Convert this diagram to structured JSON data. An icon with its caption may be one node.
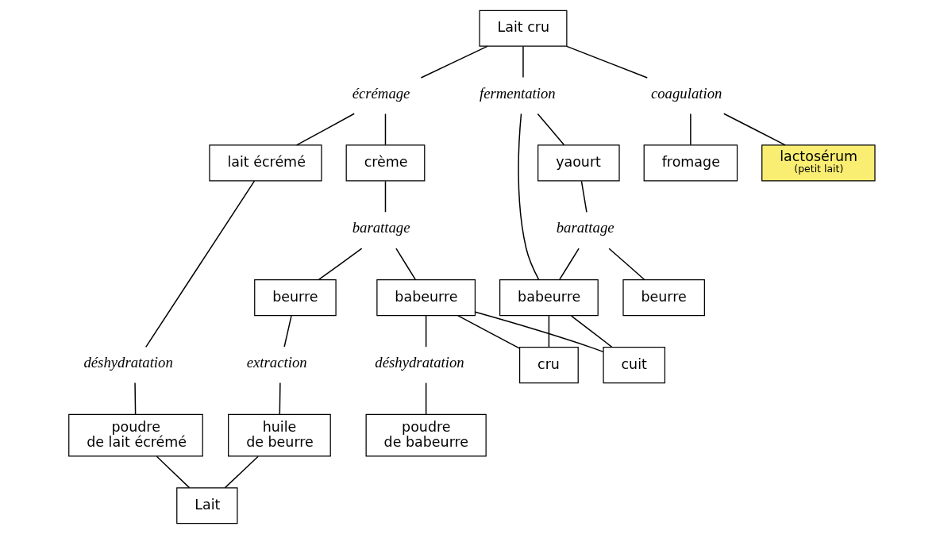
{
  "diagram": {
    "nodes": [
      {
        "text": [
          "Lait cru"
        ]
      },
      {
        "text": [
          "écrémage"
        ]
      },
      {
        "text": [
          "coagulation"
        ]
      },
      {
        "text": [
          "fermentation"
        ]
      },
      {
        "text": [
          "lait écrémé"
        ]
      },
      {
        "text": [
          "crème"
        ]
      },
      {
        "text": [
          "fromage"
        ]
      },
      {
        "text": [
          "lactosérum",
          "(petit lait)"
        ]
      },
      {
        "text": [
          "yaourt"
        ]
      },
      {
        "text": [
          "barattage"
        ]
      },
      {
        "text": [
          "barattage"
        ]
      },
      {
        "text": [
          "beurre"
        ]
      },
      {
        "text": [
          "babeurre"
        ]
      },
      {
        "text": [
          "beurre"
        ]
      },
      {
        "text": [
          "babeurre"
        ]
      },
      {
        "text": [
          "déshydratation"
        ]
      },
      {
        "text": [
          "extraction"
        ]
      },
      {
        "text": [
          "déshydratation"
        ]
      },
      {
        "text": [
          "cru"
        ]
      },
      {
        "text": [
          "cuit"
        ]
      },
      {
        "text": [
          "poudre de lait écrémé"
        ]
      },
      {
        "text": [
          "huile de beurre"
        ]
      },
      {
        "text": [
          "poudre de babeurre"
        ]
      },
      {
        "text": [
          "Lait"
        ]
      }
    ],
    "edges": [
      {
        "from": 0,
        "to": 1,
        "arrow": "none"
      },
      {
        "from": 0,
        "to": 2,
        "arrow": "none"
      },
      {
        "from": 0,
        "to": 3,
        "arrow": "none"
      },
      {
        "from": 1,
        "to": 4,
        "arrow": "none"
      },
      {
        "from": 1,
        "to": 5,
        "arrow": "none"
      },
      {
        "from": 2,
        "to": 6,
        "arrow": "none"
      },
      {
        "from": 2,
        "to": 7,
        "arrow": "none"
      },
      {
        "from": 3,
        "to": 8,
        "arrow": "none"
      },
      {
        "from": 3,
        "to": 14,
        "arrow": "none"
      },
      {
        "from": 4,
        "to": 15,
        "arrow": "none"
      },
      {
        "from": 5,
        "to": 9,
        "arrow": "none"
      },
      {
        "from": 9,
        "to": 11,
        "arrow": "none"
      },
      {
        "from": 9,
        "to": 12,
        "arrow": "none"
      },
      {
        "from": 8,
        "to": 10,
        "arrow": "none"
      },
      {
        "from": 10,
        "to": 13,
        "arrow": "none"
      },
      {
        "from": 10,
        "to": 14,
        "arrow": "none"
      },
      {
        "from": 11,
        "to": 16,
        "arrow": "none"
      },
      {
        "from": 12,
        "to": 17,
        "arrow": "none"
      },
      {
        "from": 12,
        "to": 18,
        "arrow": "none"
      },
      {
        "from": 12,
        "to": 19,
        "arrow": "none"
      },
      {
        "from": 14,
        "to": 18,
        "arrow": "none"
      },
      {
        "from": 14,
        "to": 19,
        "arrow": "none"
      },
      {
        "from": 15,
        "to": 20,
        "arrow": "none"
      },
      {
        "from": 16,
        "to": 21,
        "arrow": "none"
      },
      {
        "from": 17,
        "to": 22,
        "arrow": "none"
      },
      {
        "from": 20,
        "to": 23,
        "arrow": "none"
      },
      {
        "from": 21,
        "to": 23,
        "arrow": "none"
      }
    ]
  }
}
